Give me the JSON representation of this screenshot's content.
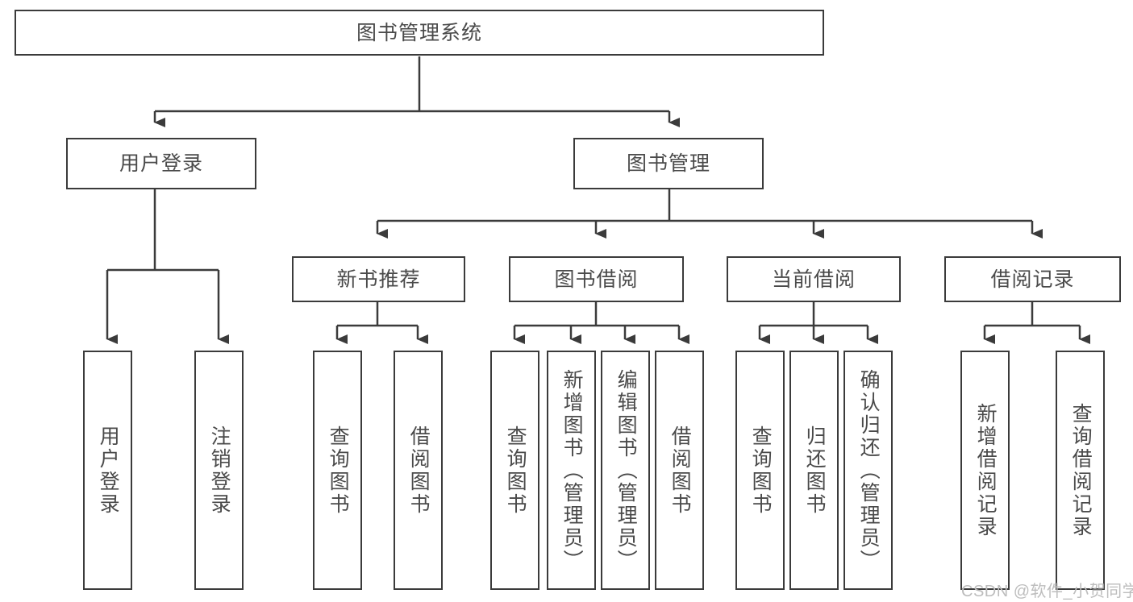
{
  "diagram": {
    "type": "tree-hierarchy",
    "title": "图书管理系统",
    "watermark": "CSDN @软件_小贺同学",
    "colors": {
      "box_border": "#3b3b3b",
      "box_fill": "#ffffff",
      "text": "#4a4a4a",
      "edge": "#3b3b3b",
      "watermark": "#bdbdbd",
      "background": "#ffffff"
    },
    "levels": {
      "root": {
        "label": "图书管理系统"
      },
      "level2": [
        {
          "label": "用户登录"
        },
        {
          "label": "图书管理"
        }
      ],
      "level3": [
        {
          "label": "新书推荐"
        },
        {
          "label": "图书借阅"
        },
        {
          "label": "当前借阅"
        },
        {
          "label": "借阅记录"
        }
      ],
      "leaves": [
        {
          "label": "用户登录",
          "parent": "用户登录"
        },
        {
          "label": "注销登录",
          "parent": "用户登录"
        },
        {
          "label": "查询图书",
          "parent": "新书推荐"
        },
        {
          "label": "借阅图书",
          "parent": "新书推荐"
        },
        {
          "label": "查询图书",
          "parent": "图书借阅"
        },
        {
          "label": "新增图书（管理员）",
          "parent": "图书借阅"
        },
        {
          "label": "编辑图书（管理员）",
          "parent": "图书借阅"
        },
        {
          "label": "借阅图书",
          "parent": "图书借阅"
        },
        {
          "label": "查询图书",
          "parent": "当前借阅"
        },
        {
          "label": "归还图书",
          "parent": "当前借阅"
        },
        {
          "label": "确认归还（管理员）",
          "parent": "当前借阅"
        },
        {
          "label": "新增借阅记录",
          "parent": "借阅记录"
        },
        {
          "label": "查询借阅记录",
          "parent": "借阅记录"
        }
      ]
    }
  }
}
